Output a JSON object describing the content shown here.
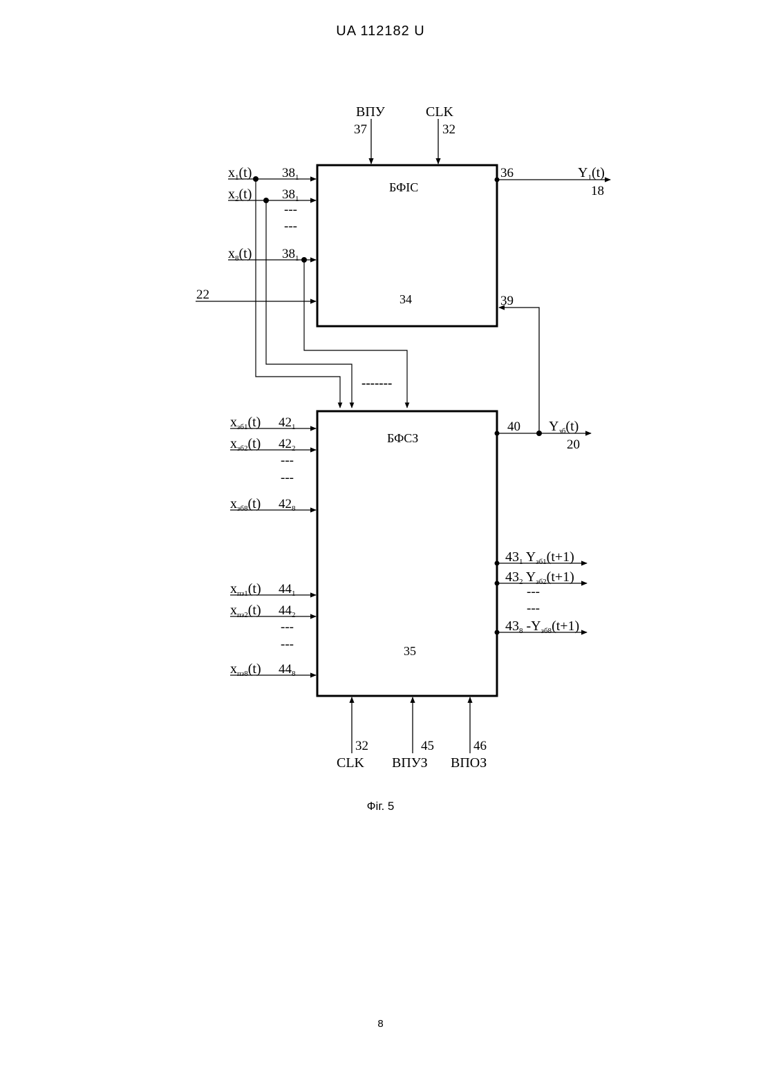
{
  "header": {
    "doc_number": "UA   112182   U"
  },
  "figure": {
    "caption": "Фіг. 5",
    "top_block": {
      "title": "БФІС",
      "ref": "34",
      "top_inputs": [
        {
          "name": "ВПУ",
          "num": "37"
        },
        {
          "name": "CLK",
          "num": "32"
        }
      ],
      "output": {
        "pin": "36",
        "name": "Y",
        "sub": "1",
        "arg": "(t)",
        "ref": "18"
      },
      "feedback_pin": "39",
      "left_inputs": [
        {
          "name": "x",
          "sub": "1",
          "arg": "(t)",
          "pin": "38",
          "pinsub": "1"
        },
        {
          "name": "x",
          "sub": "2",
          "arg": "(t)",
          "pin": "38",
          "pinsub": "1"
        },
        {
          "name": "x",
          "sub": "8",
          "arg": "(t)",
          "pin": "38",
          "pinsub": "1"
        }
      ],
      "extra_input": "22",
      "dots": "---"
    },
    "bottom_block": {
      "title": "БФСЗ",
      "ref": "35",
      "bus_dots": "-------",
      "output": {
        "pin": "40",
        "name": "Y",
        "sub": "зб",
        "arg": "(t)",
        "ref": "20"
      },
      "group_a": [
        {
          "name": "x",
          "sub": "зб1",
          "arg": "(t)",
          "pin": "42",
          "pinsub": "1"
        },
        {
          "name": "x",
          "sub": "зб2",
          "arg": "(t)",
          "pin": "42",
          "pinsub": "2"
        },
        {
          "name": "x",
          "sub": "зб8",
          "arg": "(t)",
          "pin": "42",
          "pinsub": "8"
        }
      ],
      "group_b": [
        {
          "name": "x",
          "sub": "пз1",
          "arg": "(t)",
          "pin": "44",
          "pinsub": "1"
        },
        {
          "name": "x",
          "sub": "пз2",
          "arg": "(t)",
          "pin": "44",
          "pinsub": "2"
        },
        {
          "name": "x",
          "sub": "пз8",
          "arg": "(t)",
          "pin": "44",
          "pinsub": "8"
        }
      ],
      "right_outputs": [
        {
          "pin": "43",
          "pinsub": "1",
          "name": "Y",
          "sub": "зб1",
          "arg": "(t+1)"
        },
        {
          "pin": "43",
          "pinsub": "2",
          "name": "Y",
          "sub": "зб2",
          "arg": "(t+1)"
        },
        {
          "pin": "43",
          "pinsub": "8",
          "name": "-Y",
          "sub": "зб8",
          "arg": "(t+1)"
        }
      ],
      "bottom_inputs": [
        {
          "name": "CLK",
          "num": "32"
        },
        {
          "name": "ВПУЗ",
          "num": "45"
        },
        {
          "name": "ВПОЗ",
          "num": "46"
        }
      ],
      "dots": "---"
    }
  },
  "page_number": "8"
}
